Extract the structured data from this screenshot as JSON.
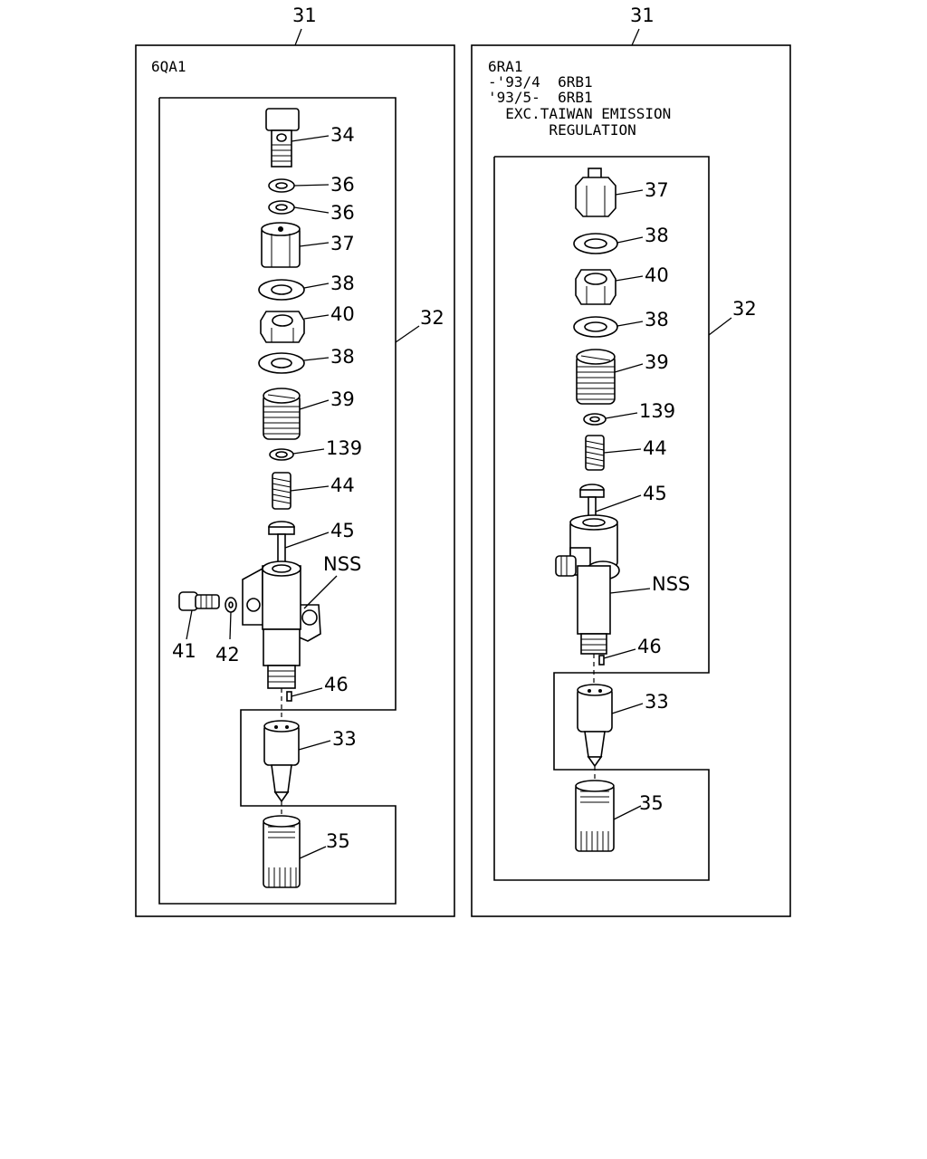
{
  "diagram": {
    "assembly_ref": "31",
    "holder_ref": "32",
    "left_panel": {
      "header_lines": [
        "6QA1"
      ],
      "labels": {
        "p34": "34",
        "p36a": "36",
        "p36b": "36",
        "p37": "37",
        "p38a": "38",
        "p40": "40",
        "p38b": "38",
        "p39": "39",
        "p139": "139",
        "p44": "44",
        "p45": "45",
        "nss": "NSS",
        "p41": "41",
        "p42": "42",
        "p46": "46",
        "p33": "33",
        "p35": "35"
      }
    },
    "right_panel": {
      "header_lines": [
        "6RA1",
        "-'93/4  6RB1",
        "'93/5-  6RB1",
        "  EXC.TAIWAN EMISSION",
        "       REGULATION"
      ],
      "labels": {
        "p37": "37",
        "p38a": "38",
        "p40": "40",
        "p38b": "38",
        "p39": "39",
        "p139": "139",
        "p44": "44",
        "p45": "45",
        "nss": "NSS",
        "p46": "46",
        "p33": "33",
        "p35": "35"
      }
    }
  }
}
